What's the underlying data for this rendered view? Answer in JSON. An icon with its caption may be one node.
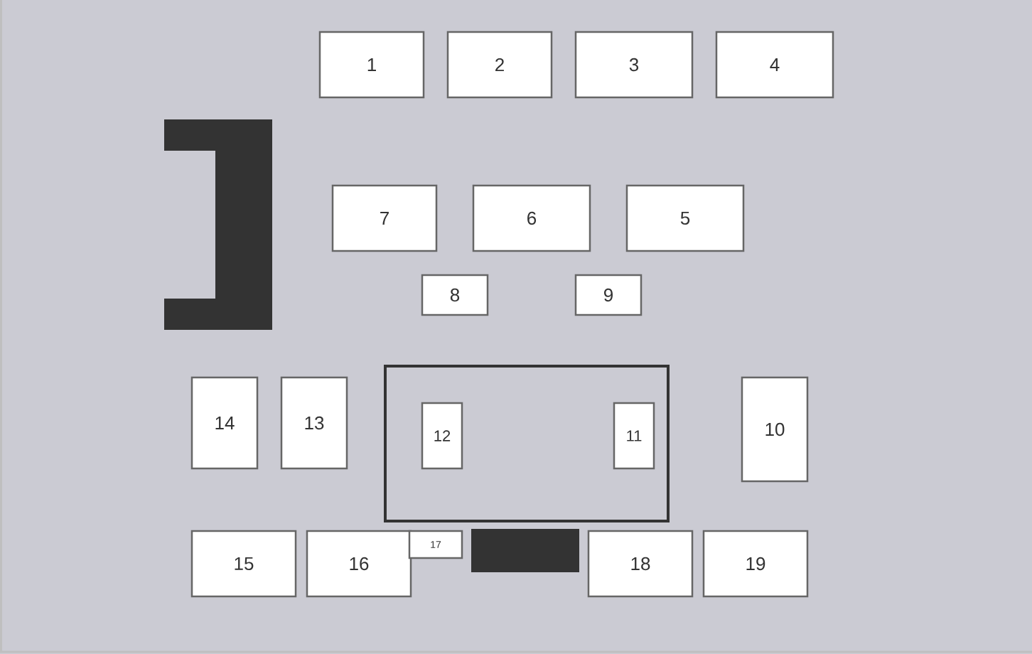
{
  "diagram": {
    "nodes": [
      {
        "text": [
          "1"
        ]
      },
      {
        "text": [
          "2"
        ]
      },
      {
        "text": [
          "3"
        ]
      },
      {
        "text": [
          "4"
        ]
      },
      {
        "text": [],
        "shape": "bracket"
      },
      {
        "text": [
          "7"
        ]
      },
      {
        "text": [
          "6"
        ]
      },
      {
        "text": [
          "5"
        ]
      },
      {
        "text": [
          "8"
        ]
      },
      {
        "text": [
          "9"
        ]
      },
      {
        "text": [
          "14"
        ]
      },
      {
        "text": [
          "13"
        ]
      },
      {
        "text": [],
        "shape": "box"
      },
      {
        "text": [
          "12"
        ],
        "in": 12
      },
      {
        "text": [
          "11"
        ],
        "in": 12
      },
      {
        "text": [
          "10"
        ]
      },
      {
        "text": [
          "15"
        ]
      },
      {
        "text": [
          "16"
        ]
      },
      {
        "text": [
          "17"
        ]
      },
      {
        "text": [],
        "shape": "bar"
      },
      {
        "text": [
          "18"
        ]
      },
      {
        "text": [
          "19"
        ]
      }
    ]
  }
}
